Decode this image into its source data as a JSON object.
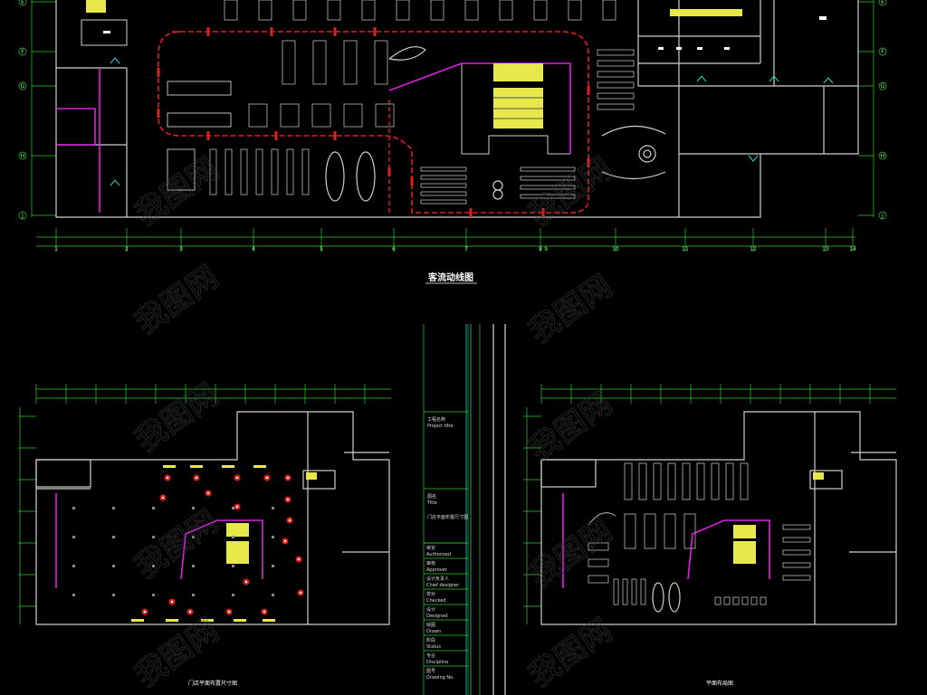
{
  "colors": {
    "background": "#000000",
    "grid": "#2bd02b",
    "wall": "#cfcfcf",
    "flow": "#e0201c",
    "magenta": "#e01fe0",
    "cyan": "#23d5e0",
    "yellow": "#e8e84a"
  },
  "top_plan": {
    "title": "客流动线图",
    "column_axis": [
      "1",
      "2",
      "3",
      "4",
      "5",
      "6",
      "7",
      "8",
      "9",
      "10",
      "11",
      "12",
      "13",
      "14"
    ],
    "row_axis_left": [
      "E",
      "F",
      "G",
      "H",
      "J"
    ],
    "row_axis_right": [
      "E",
      "F",
      "G",
      "H",
      "J"
    ]
  },
  "left_plan": {
    "caption": "门店平面布置尺寸图"
  },
  "right_plan": {
    "caption": "平面布局图"
  },
  "title_block": {
    "project_title_cn": "工程名称",
    "project_title_en": "Project title",
    "drawing_title_cn": "图名",
    "drawing_title_en": "Title",
    "drawing_name": "门店平面布置尺寸图",
    "rows": [
      {
        "cn": "审定",
        "en": "Authorized"
      },
      {
        "cn": "审核",
        "en": "Approver"
      },
      {
        "cn": "设计负责人",
        "en": "Chief designer"
      },
      {
        "cn": "校对",
        "en": "Checked"
      },
      {
        "cn": "设计",
        "en": "Designed"
      },
      {
        "cn": "绘图",
        "en": "Drawn"
      },
      {
        "cn": "阶段",
        "en": "Status"
      },
      {
        "cn": "专业",
        "en": "Discipline"
      },
      {
        "cn": "图号",
        "en": "Drawing No."
      }
    ]
  },
  "watermark": "我图网"
}
